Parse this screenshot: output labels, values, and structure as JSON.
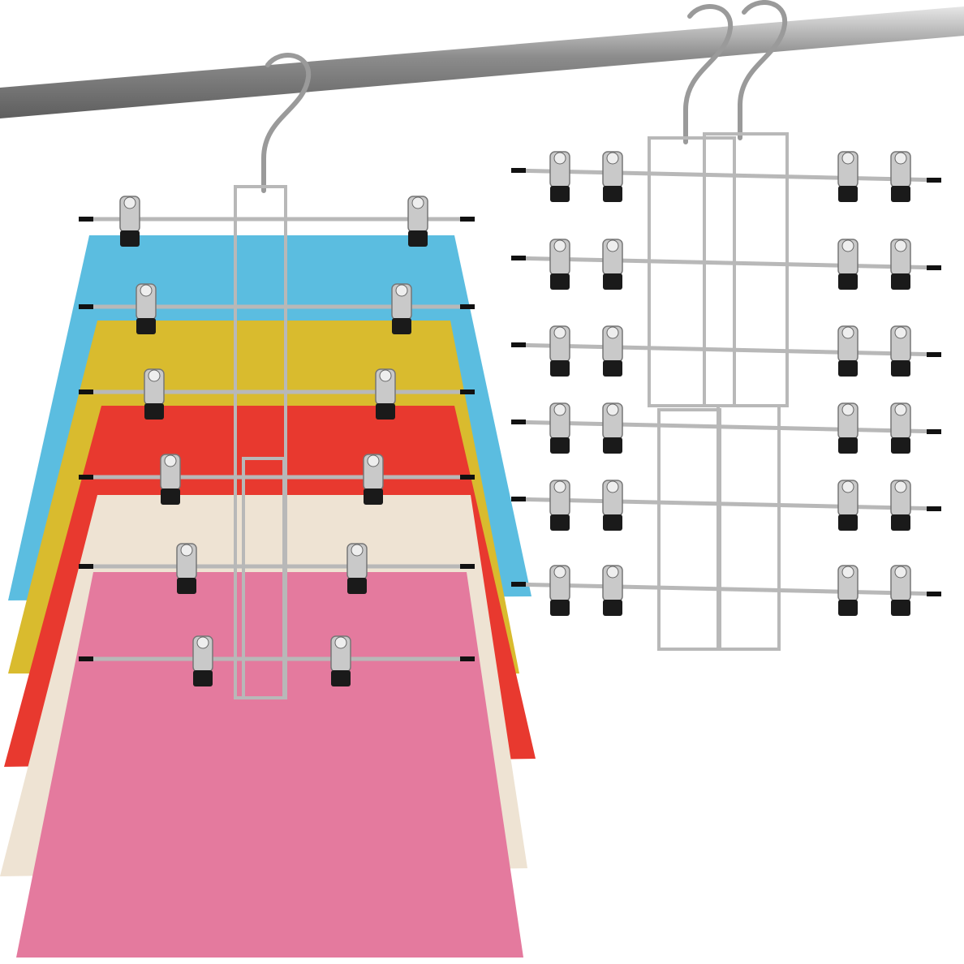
{
  "colors": {
    "background": "#ffffff",
    "rail": "#9a9a9a",
    "metal": "#b8b8b8",
    "clip_pad": "#1a1a1a",
    "skirt_blue": "#5bbde0",
    "skirt_yellow": "#d9bb2e",
    "skirt_red": "#e8392f",
    "skirt_cream": "#eee3d3",
    "skirt_pink": "#e47a9e"
  },
  "left_hanger": {
    "tiers": 6,
    "clips_per_tier": 2
  },
  "right_hangers": {
    "count": 2,
    "tiers": 6,
    "clips_per_tier": 4
  }
}
